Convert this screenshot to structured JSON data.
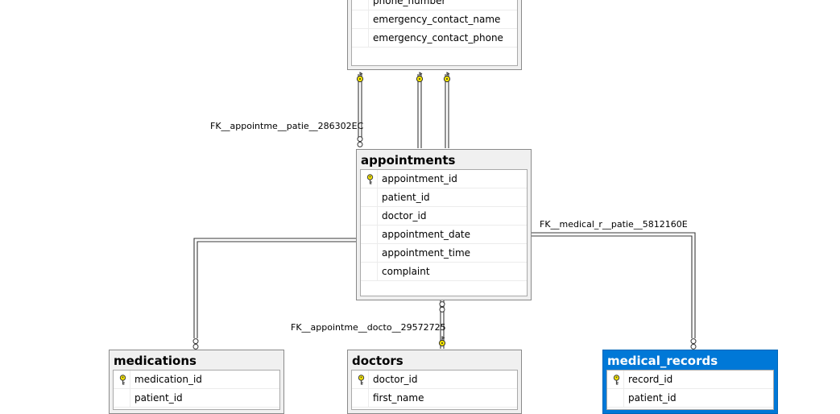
{
  "tables": {
    "patients": {
      "columns": [
        {
          "name": "phone_number",
          "pk": false
        },
        {
          "name": "emergency_contact_name",
          "pk": false
        },
        {
          "name": "emergency_contact_phone",
          "pk": false
        }
      ]
    },
    "appointments": {
      "title": "appointments",
      "columns": [
        {
          "name": "appointment_id",
          "pk": true
        },
        {
          "name": "patient_id",
          "pk": false
        },
        {
          "name": "doctor_id",
          "pk": false
        },
        {
          "name": "appointment_date",
          "pk": false
        },
        {
          "name": "appointment_time",
          "pk": false
        },
        {
          "name": "complaint",
          "pk": false
        }
      ]
    },
    "medications": {
      "title": "medications",
      "columns": [
        {
          "name": "medication_id",
          "pk": true
        },
        {
          "name": "patient_id",
          "pk": false
        }
      ]
    },
    "doctors": {
      "title": "doctors",
      "columns": [
        {
          "name": "doctor_id",
          "pk": true
        },
        {
          "name": "first_name",
          "pk": false
        }
      ]
    },
    "medical_records": {
      "title": "medical_records",
      "selected": true,
      "columns": [
        {
          "name": "record_id",
          "pk": true
        },
        {
          "name": "patient_id",
          "pk": false
        }
      ]
    }
  },
  "relationships": {
    "fk_appointments_patient": "FK__appointme__patie__286302EC",
    "fk_medical_records_patient": "FK__medical_r__patie__5812160E",
    "fk_appointments_doctor": "FK__appointme__docto__29572725"
  },
  "colors": {
    "line": "#3a3a3a",
    "key": "#f2e200",
    "selected_header": "#0078d7"
  },
  "icons": {
    "primary_key": "key-icon",
    "one_end": "key-icon",
    "many_end": "infinity-icon"
  }
}
